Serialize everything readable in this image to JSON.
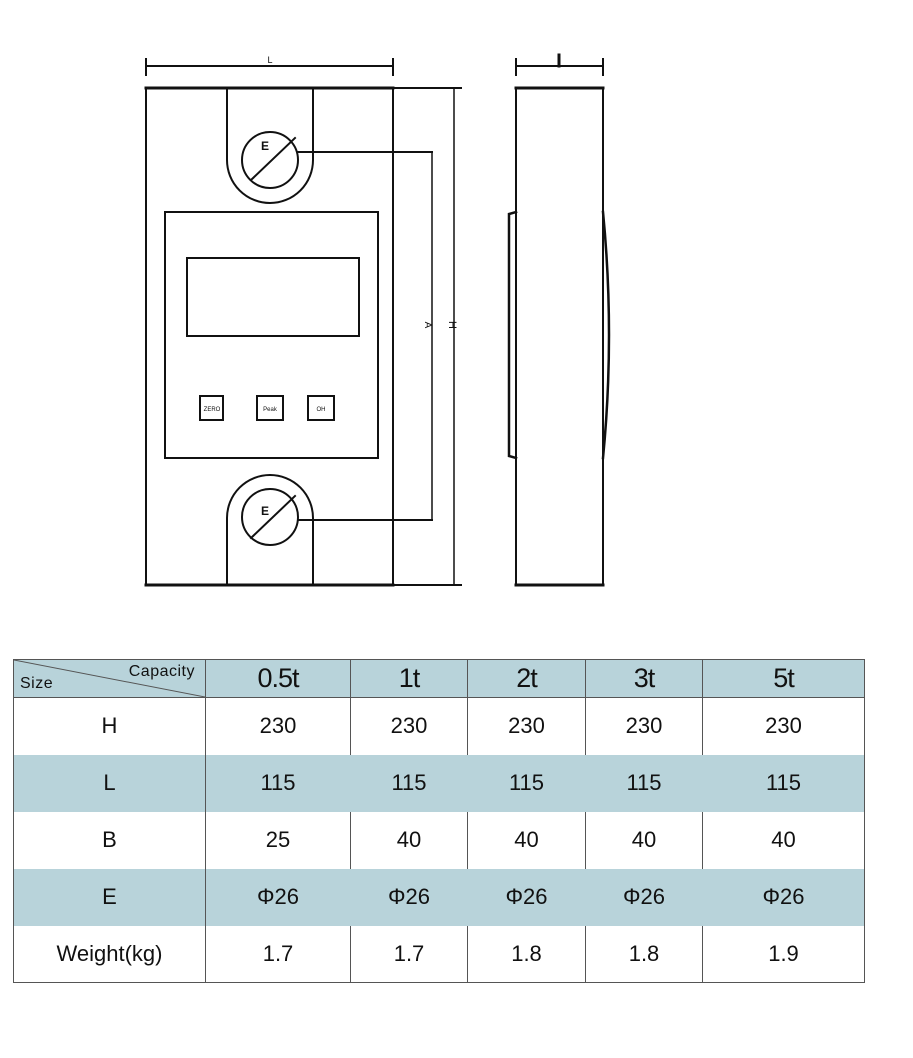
{
  "drawing": {
    "labels": {
      "top_dimension": "L",
      "inner_height": "A",
      "outer_height": "H",
      "upper_hole": "E",
      "lower_hole": "E"
    },
    "buttons": [
      "ZERO",
      "Peak",
      "OH"
    ]
  },
  "table": {
    "corner": {
      "column_title": "Capacity",
      "row_title": "Size"
    },
    "capacities": [
      "0.5t",
      "1t",
      "2t",
      "3t",
      "5t"
    ],
    "rows": [
      {
        "label": "H",
        "values": [
          "230",
          "230",
          "230",
          "230",
          "230"
        ]
      },
      {
        "label": "L",
        "values": [
          "115",
          "115",
          "115",
          "115",
          "115"
        ]
      },
      {
        "label": "B",
        "values": [
          "25",
          "40",
          "40",
          "40",
          "40"
        ]
      },
      {
        "label": "E",
        "values": [
          "Φ26",
          "Φ26",
          "Φ26",
          "Φ26",
          "Φ26"
        ]
      },
      {
        "label": "Weight(kg)",
        "values": [
          "1.7",
          "1.7",
          "1.8",
          "1.8",
          "1.9"
        ]
      }
    ],
    "colors": {
      "header_fill": "#b8d3da",
      "border": "#555555"
    }
  }
}
